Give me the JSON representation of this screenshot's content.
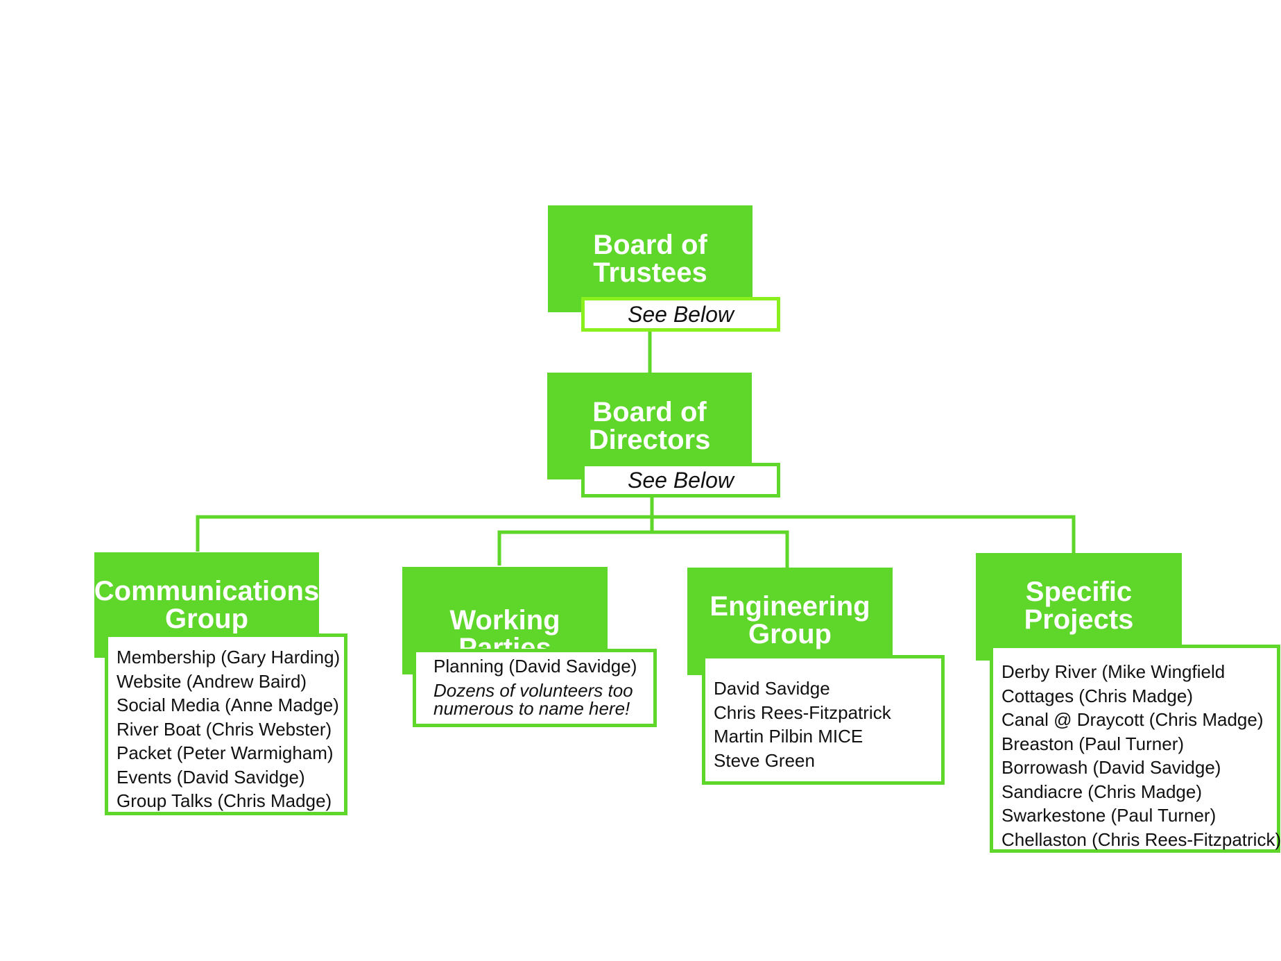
{
  "colors": {
    "accent": "#5ed62a",
    "accent_bright": "#89f01e",
    "text": "#111111"
  },
  "trustees": {
    "title": "Board of\nTrustees",
    "note": "See Below"
  },
  "directors": {
    "title": "Board of\nDirectors",
    "note": "See Below"
  },
  "communications": {
    "title": "Communications\nGroup",
    "members": [
      "Membership (Gary Harding)",
      "Website (Andrew Baird)",
      "Social Media (Anne Madge)",
      "River Boat (Chris Webster)",
      "Packet (Peter Warmigham)",
      "Events (David Savidge)",
      "Group Talks (Chris Madge)"
    ]
  },
  "working_parties": {
    "title": "Working Parties",
    "members": [
      "Planning (David Savidge)"
    ],
    "note": "Dozens of volunteers too\nnumerous to name here!"
  },
  "engineering": {
    "title": "Engineering\nGroup",
    "members": [
      "David Savidge",
      "Chris Rees-Fitzpatrick",
      "Martin Pilbin MICE",
      "Steve Green"
    ]
  },
  "projects": {
    "title": "Specific\nProjects",
    "members": [
      "Derby River (Mike Wingfield",
      "Cottages (Chris Madge)",
      "Canal @ Draycott (Chris Madge)",
      "Breaston (Paul Turner)",
      "Borrowash (David Savidge)",
      "Sandiacre (Chris Madge)",
      "Swarkestone (Paul Turner)",
      "Chellaston (Chris Rees-Fitzpatrick)"
    ]
  }
}
